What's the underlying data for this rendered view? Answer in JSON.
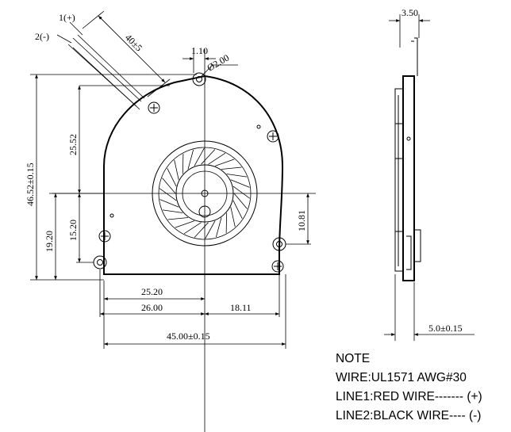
{
  "wires": {
    "plus": "1(+)",
    "minus": "2(-)",
    "length": "40±5"
  },
  "dims": {
    "hole_spacing": "1.10",
    "hole_dia": "Ø2.00",
    "height": "46.52±0.15",
    "center_upper": "25.52",
    "lower_left": "19.20",
    "lower_mid": "15.20",
    "right_hole": "10.81",
    "bottom_a": "25.20",
    "bottom_b": "26.00",
    "bottom_c": "18.11",
    "width": "45.00±0.15",
    "side_top": "3.50",
    "side_bottom": "5.0±0.15"
  },
  "note": {
    "title": "NOTE",
    "wire": "WIRE:UL1571 AWG#30",
    "line1": "LINE1:RED WIRE------- (+)",
    "line2": "LINE2:BLACK WIRE---- (-)"
  }
}
